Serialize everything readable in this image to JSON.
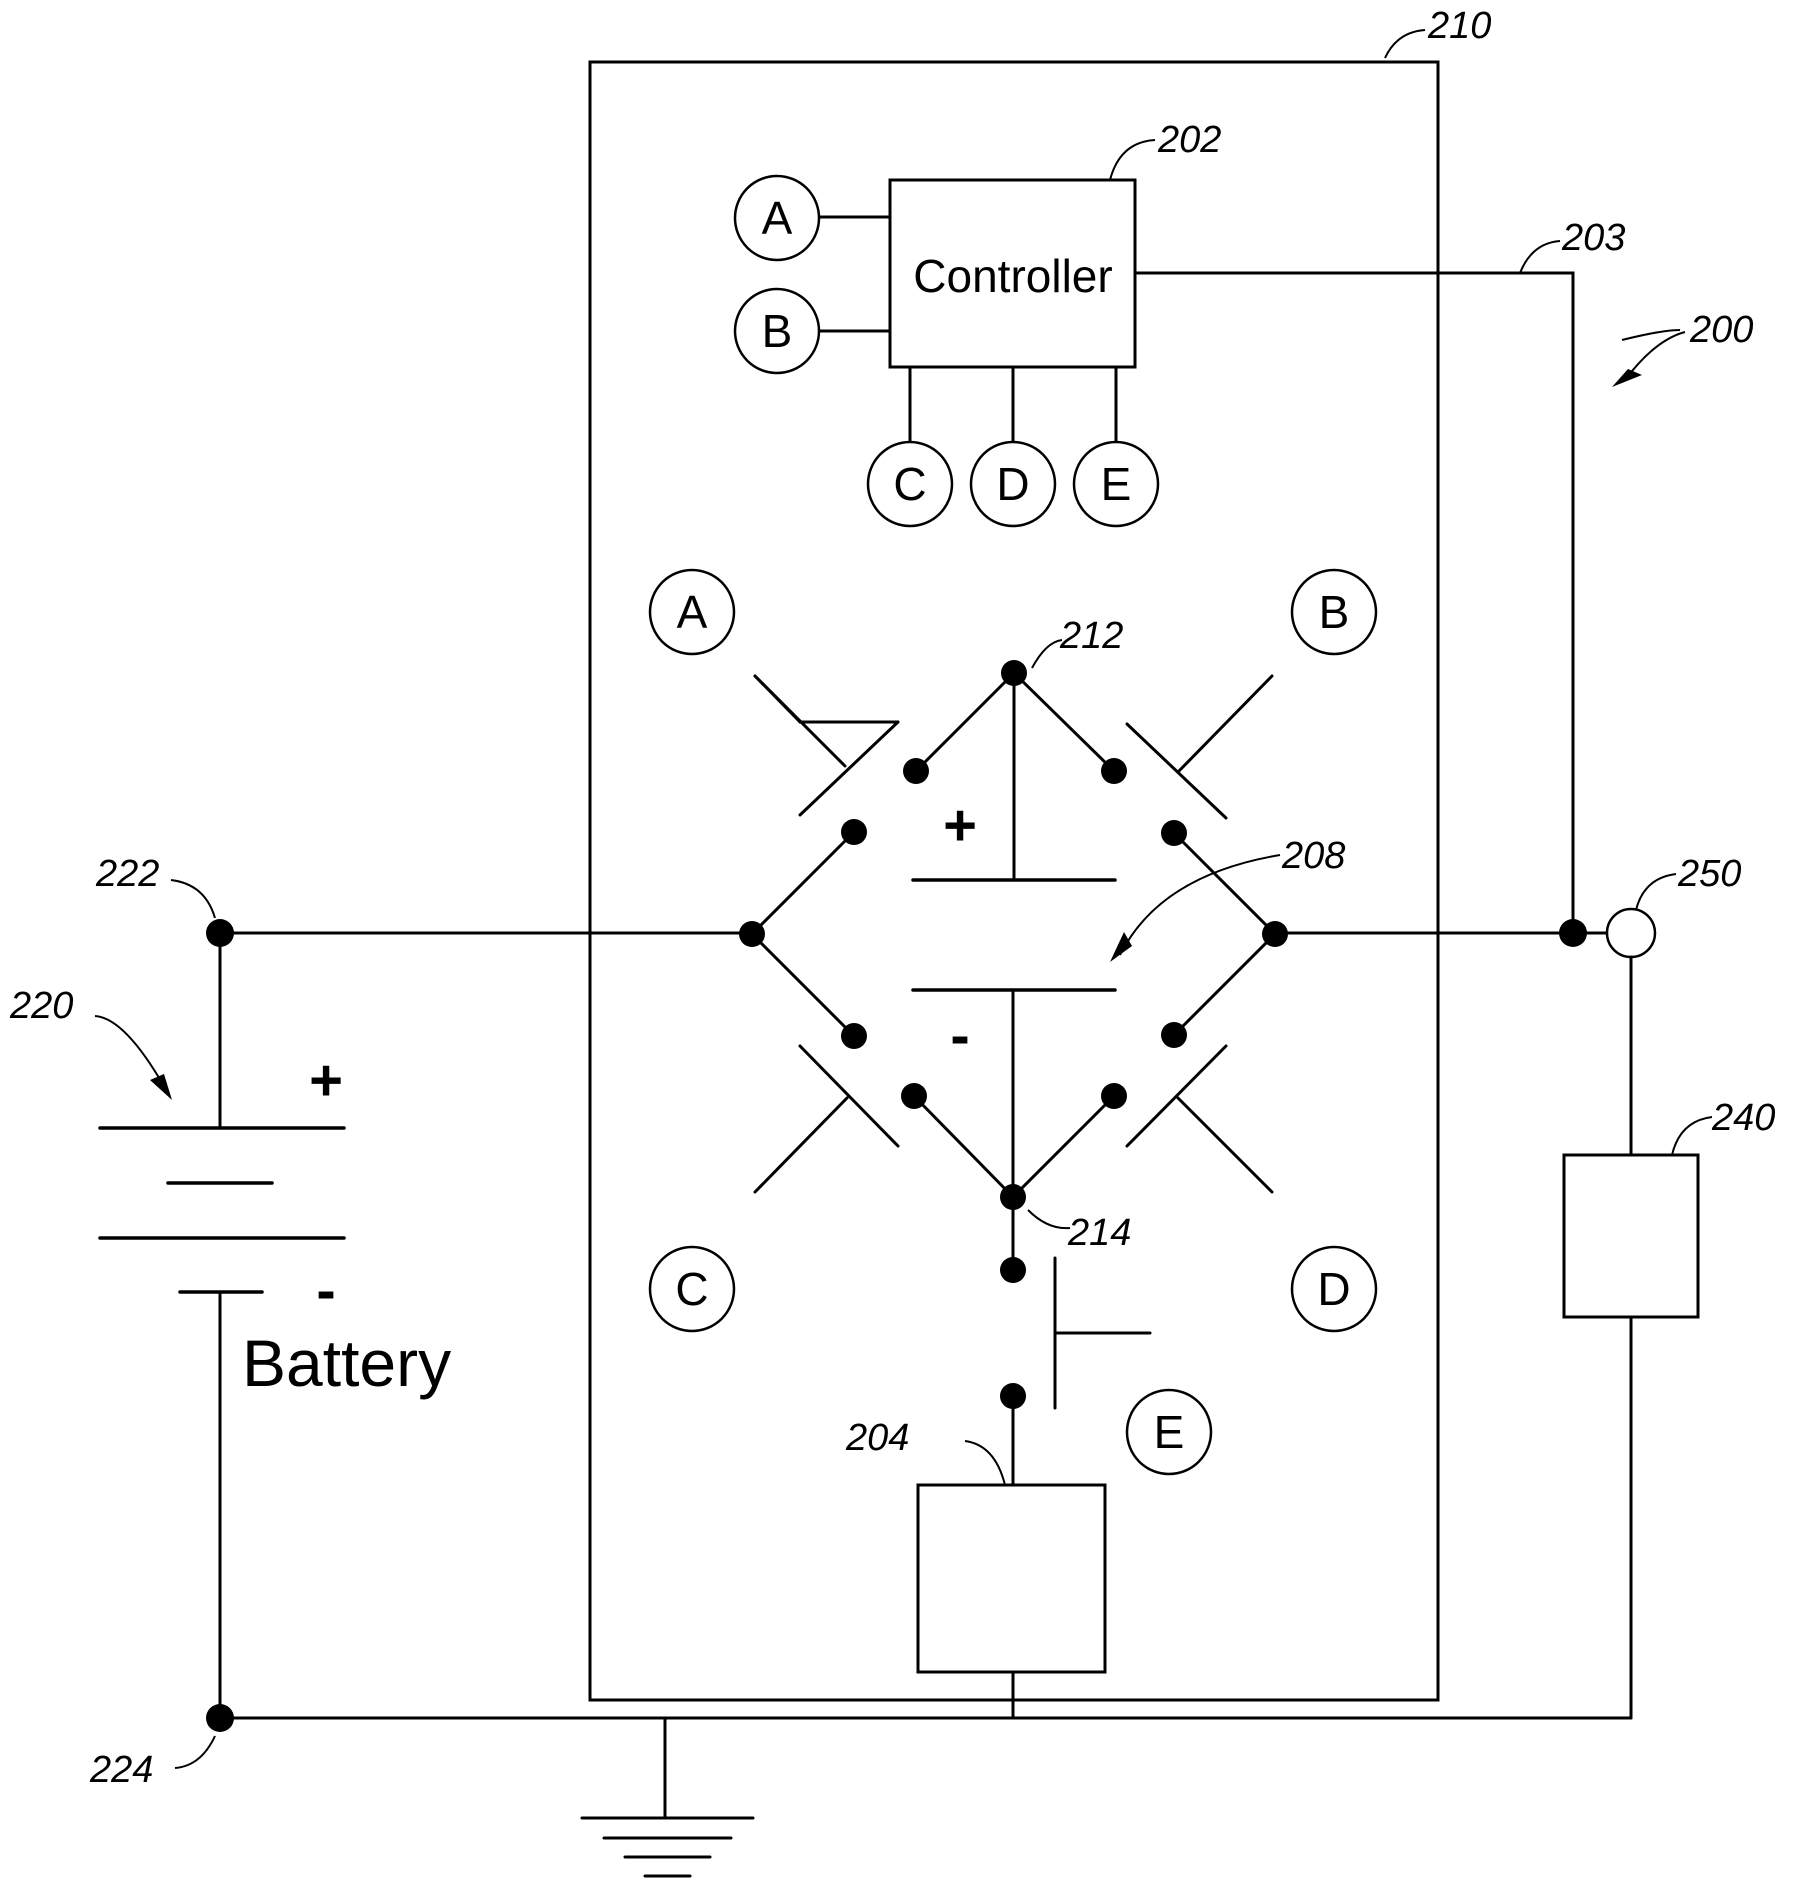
{
  "controller": {
    "label": "Controller",
    "inputs": [
      "A",
      "B"
    ],
    "outputs": [
      "C",
      "D",
      "E"
    ]
  },
  "switches": {
    "top_left": "A",
    "top_right": "B",
    "bottom_left": "C",
    "bottom_right": "D",
    "center": "E"
  },
  "battery": {
    "label": "Battery",
    "plus": "+",
    "minus": "-"
  },
  "capacitor": {
    "plus": "+",
    "minus": "-"
  },
  "reference_numerals": {
    "system": "200",
    "controller": "202",
    "controller_line": "203",
    "component_204": "204",
    "capacitor": "208",
    "module": "210",
    "node_top": "212",
    "node_bottom": "214",
    "battery": "220",
    "battery_positive": "222",
    "battery_negative": "224",
    "load": "240",
    "terminal": "250"
  }
}
